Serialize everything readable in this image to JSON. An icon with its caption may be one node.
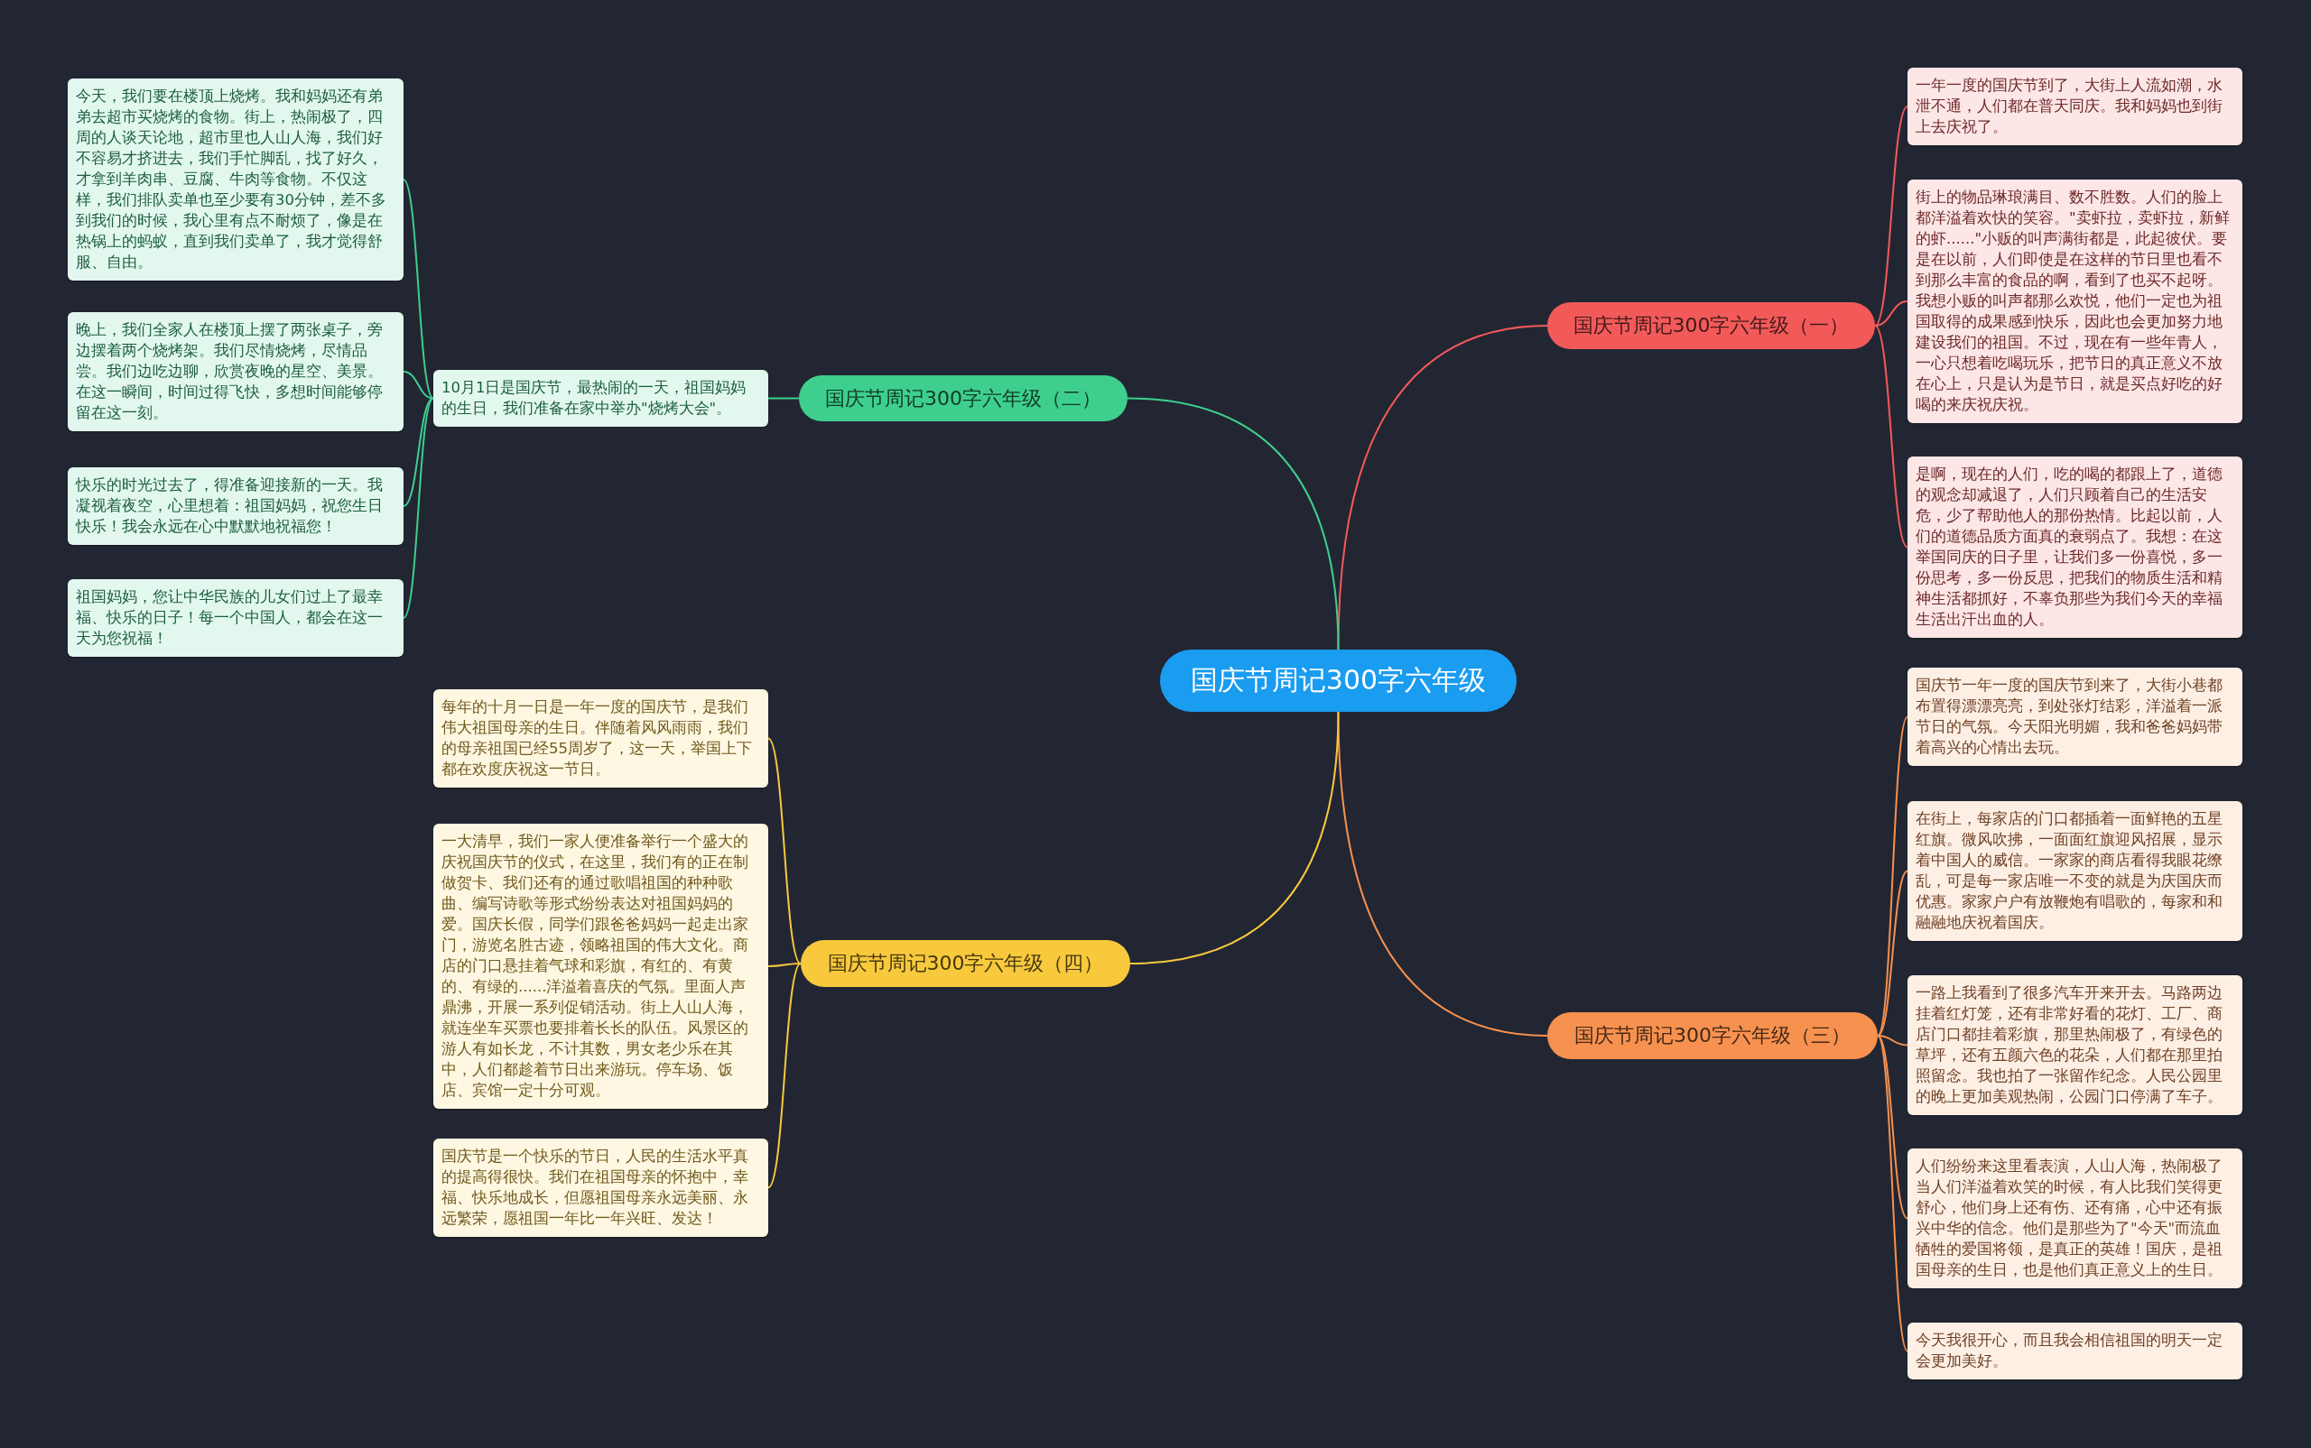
{
  "diagram": {
    "nodes": [
      {
        "text": [
          "国庆节周记300字六年级"
        ]
      },
      {
        "text": [
          "国庆节周记300字六年级（一）"
        ]
      },
      {
        "text": [
          "一年一度的国庆节到了，大街上人流如潮，水泄不通，人们都在普天同庆。我和妈妈也到街上去庆祝了。"
        ]
      },
      {
        "text": [
          "街上的物品琳琅满目、数不胜数。人们的脸上都洋溢着欢快的笑容。\"卖虾拉，卖虾拉，新鲜的虾......\"小贩的叫声满街都是，此起彼伏。要是在以前，人们即使是在这样的节日里也看不到那么丰富的食品的啊，看到了也买不起呀。我想小贩的叫声都那么欢悦，他们一定也为祖国取得的成果感到快乐，因此也会更加努力地建设我们的祖国。不过，现在有一些年青人，一心只想着吃喝玩乐，把节日的真正意义不放在心上，只是认为是节日，就是买点好吃的好喝的来庆祝庆祝。"
        ]
      },
      {
        "text": [
          "是啊，现在的人们，吃的喝的都跟上了，道德的观念却减退了，人们只顾着自己的生活安危，少了帮助他人的那份热情。比起以前，人们的道德品质方面真的衰弱点了。我想：在这举国同庆的日子里，让我们多一份喜悦，多一份思考，多一份反思，把我们的物质生活和精神生活都抓好，不辜负那些为我们今天的幸福生活出汗出血的人。"
        ]
      },
      {
        "text": [
          "国庆节周记300字六年级（三）"
        ]
      },
      {
        "text": [
          "国庆节一年一度的国庆节到来了，大街小巷都布置得漂漂亮亮，到处张灯结彩，洋溢着一派节日的气氛。今天阳光明媚，我和爸爸妈妈带着高兴的心情出去玩。"
        ]
      },
      {
        "text": [
          "在街上，每家店的门口都插着一面鲜艳的五星红旗。微风吹拂，一面面红旗迎风招展，显示着中国人的威信。一家家的商店看得我眼花缭乱，可是每一家店唯一不变的就是为庆国庆而优惠。家家户户有放鞭炮有唱歌的，每家和和融融地庆祝着国庆。"
        ]
      },
      {
        "text": [
          "一路上我看到了很多汽车开来开去。马路两边挂着红灯笼，还有非常好看的花灯、工厂、商店门口都挂着彩旗，那里热闹极了，有绿色的草坪，还有五颜六色的花朵，人们都在那里拍照留念。我也拍了一张留作纪念。人民公园里的晚上更加美观热闹，公园门口停满了车子。"
        ]
      },
      {
        "text": [
          "人们纷纷来这里看表演，人山人海，热闹极了当人们洋溢着欢笑的时候，有人比我们笑得更舒心，他们身上还有伤、还有痛，心中还有振兴中华的信念。他们是那些为了\"今天\"而流血牺牲的爱国将领，是真正的英雄！国庆，是祖国母亲的生日，也是他们真正意义上的生日。"
        ]
      },
      {
        "text": [
          "今天我很开心，而且我会相信祖国的明天一定会更加美好。"
        ]
      },
      {
        "text": [
          "国庆节周记300字六年级（二）"
        ]
      },
      {
        "text": [
          "10月1日是国庆节，最热闹的一天，祖国妈妈的生日，我们准备在家中举办\"烧烤大会\"。"
        ]
      },
      {
        "text": [
          "今天，我们要在楼顶上烧烤。我和妈妈还有弟弟去超市买烧烤的食物。街上，热闹极了，四周的人谈天论地，超市里也人山人海，我们好不容易才挤进去，我们手忙脚乱，找了好久，才拿到羊肉串、豆腐、牛肉等食物。不仅这样，我们排队卖单也至少要有30分钟，差不多到我们的时候，我心里有点不耐烦了，像是在热锅上的蚂蚁，直到我们卖单了，我才觉得舒服、自由。"
        ]
      },
      {
        "text": [
          "晚上，我们全家人在楼顶上摆了两张桌子，旁边摆着两个烧烤架。我们尽情烧烤，尽情品尝。我们边吃边聊，欣赏夜晚的星空、美景。在这一瞬间，时间过得飞快，多想时间能够停留在这一刻。"
        ]
      },
      {
        "text": [
          "快乐的时光过去了，得准备迎接新的一天。我凝视着夜空，心里想着：祖国妈妈，祝您生日快乐！我会永远在心中默默地祝福您！"
        ]
      },
      {
        "text": [
          "祖国妈妈，您让中华民族的儿女们过上了最幸福、快乐的日子！每一个中国人，都会在这一天为您祝福！"
        ]
      },
      {
        "text": [
          "国庆节周记300字六年级（四）"
        ]
      },
      {
        "text": [
          "每年的十月一日是一年一度的国庆节，是我们伟大祖国母亲的生日。伴随着风风雨雨，我们的母亲祖国已经55周岁了，这一天，举国上下都在欢度庆祝这一节日。"
        ]
      },
      {
        "text": [
          "一大清早，我们一家人便准备举行一个盛大的庆祝国庆节的仪式，在这里，我们有的正在制做贺卡、我们还有的通过歌唱祖国的种种歌曲、编写诗歌等形式纷纷表达对祖国妈妈的爱。国庆长假，同学们跟爸爸妈妈一起走出家门，游览名胜古迹，领略祖国的伟大文化。商店的门口悬挂着气球和彩旗，有红的、有黄的、有绿的......洋溢着喜庆的气氛。里面人声鼎沸，开展一系列促销活动。街上人山人海，就连坐车买票也要排着长长的队伍。风景区的游人有如长龙，不计其数，男女老少乐在其中，人们都趁着节日出来游玩。停车场、饭店、宾馆一定十分可观。"
        ]
      },
      {
        "text": [
          "国庆节是一个快乐的节日，人民的生活水平真的提高得很快。我们在祖国母亲的怀抱中，幸福、快乐地成长，但愿祖国母亲永远美丽、永远繁荣，愿祖国一年比一年兴旺、发达！"
        ]
      }
    ],
    "edges": [
      {
        "from": 0,
        "to": 1,
        "arrow": "none",
        "color": "#f25a5a"
      },
      {
        "from": 1,
        "to": 2,
        "arrow": "none",
        "color": "#f25a5a"
      },
      {
        "from": 1,
        "to": 3,
        "arrow": "none",
        "color": "#f25a5a"
      },
      {
        "from": 1,
        "to": 4,
        "arrow": "none",
        "color": "#f25a5a"
      },
      {
        "from": 0,
        "to": 5,
        "arrow": "none",
        "color": "#f7914f"
      },
      {
        "from": 5,
        "to": 6,
        "arrow": "none",
        "color": "#f7914f"
      },
      {
        "from": 5,
        "to": 7,
        "arrow": "none",
        "color": "#f7914f"
      },
      {
        "from": 5,
        "to": 8,
        "arrow": "none",
        "color": "#f7914f"
      },
      {
        "from": 5,
        "to": 9,
        "arrow": "none",
        "color": "#f7914f"
      },
      {
        "from": 5,
        "to": 10,
        "arrow": "none",
        "color": "#f7914f"
      },
      {
        "from": 0,
        "to": 11,
        "arrow": "none",
        "color": "#3ecf8e"
      },
      {
        "from": 11,
        "to": 12,
        "arrow": "none",
        "color": "#3ecf8e"
      },
      {
        "from": 12,
        "to": 13,
        "arrow": "none",
        "color": "#3ecf8e"
      },
      {
        "from": 12,
        "to": 14,
        "arrow": "none",
        "color": "#3ecf8e"
      },
      {
        "from": 12,
        "to": 15,
        "arrow": "none",
        "color": "#3ecf8e"
      },
      {
        "from": 12,
        "to": 16,
        "arrow": "none",
        "color": "#3ecf8e"
      },
      {
        "from": 0,
        "to": 17,
        "arrow": "none",
        "color": "#f8c93c"
      },
      {
        "from": 17,
        "to": 18,
        "arrow": "none",
        "color": "#f8c93c"
      },
      {
        "from": 17,
        "to": 19,
        "arrow": "none",
        "color": "#f8c93c"
      },
      {
        "from": 17,
        "to": 20,
        "arrow": "none",
        "color": "#f8c93c"
      }
    ]
  }
}
